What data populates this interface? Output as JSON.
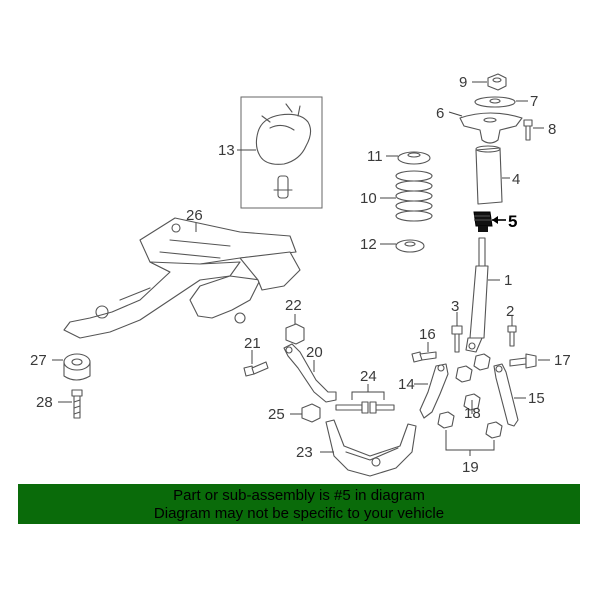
{
  "callouts": {
    "c1": "1",
    "c2": "2",
    "c3": "3",
    "c4": "4",
    "c5": "5",
    "c6": "6",
    "c7": "7",
    "c8": "8",
    "c9": "9",
    "c10": "10",
    "c11": "11",
    "c12": "12",
    "c13": "13",
    "c14": "14",
    "c15": "15",
    "c16": "16",
    "c17": "17",
    "c18": "18",
    "c19": "19",
    "c20": "20",
    "c21": "21",
    "c22": "22",
    "c23": "23",
    "c24": "24",
    "c25": "25",
    "c26": "26",
    "c27": "27",
    "c28": "28"
  },
  "highlighted_part": "5",
  "banner": {
    "line1": "Part or sub-assembly is #5 in diagram",
    "line2": "Diagram may not be specific to your vehicle",
    "background": "#0a6b0a"
  }
}
